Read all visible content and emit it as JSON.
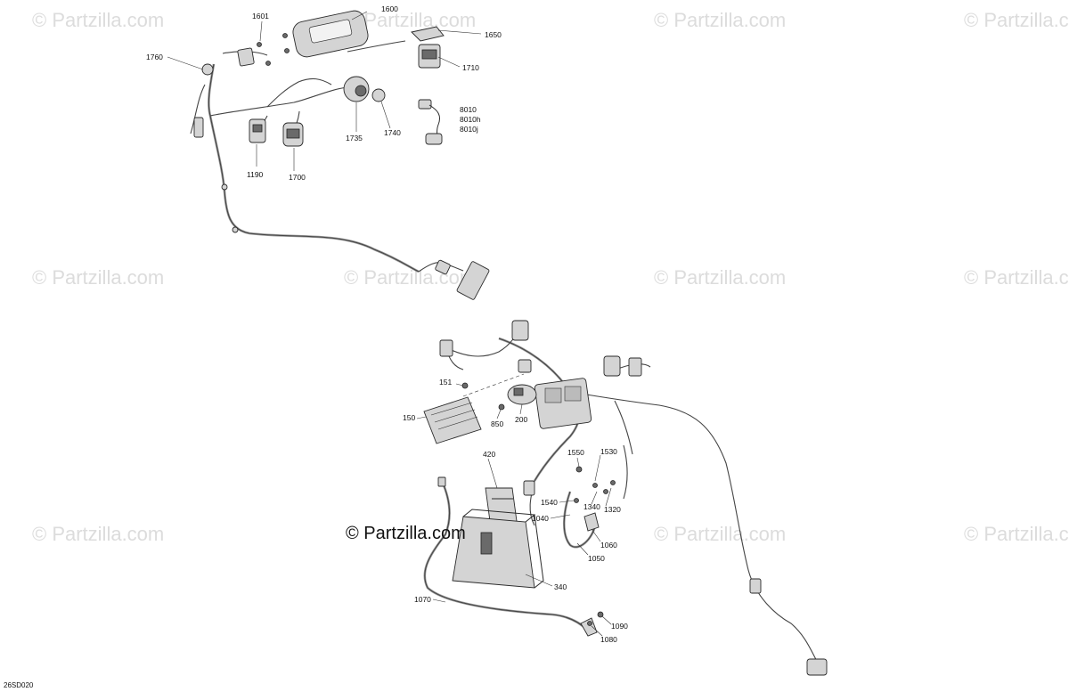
{
  "watermark": {
    "text": "© Partzilla.com"
  },
  "copyright": "© Partzilla.com",
  "diagram_code": "26SD020",
  "part_numbers": {
    "p1600": "1600",
    "p1601": "1601",
    "p1650": "1650",
    "p1710": "1710",
    "p1760": "1760",
    "p1735": "1735",
    "p1740": "1740",
    "p8010": "8010",
    "p8010h": "8010h",
    "p8010j": "8010j",
    "p1190": "1190",
    "p1700": "1700",
    "p150": "150",
    "p151": "151",
    "p200": "200",
    "p850": "850",
    "p420": "420",
    "p1550": "1550",
    "p1530": "1530",
    "p1540": "1540",
    "p1340": "1340",
    "p1320": "1320",
    "p1040": "1040",
    "p1060": "1060",
    "p1050": "1050",
    "p340": "340",
    "p1070": "1070",
    "p1090": "1090",
    "p1080": "1080"
  }
}
